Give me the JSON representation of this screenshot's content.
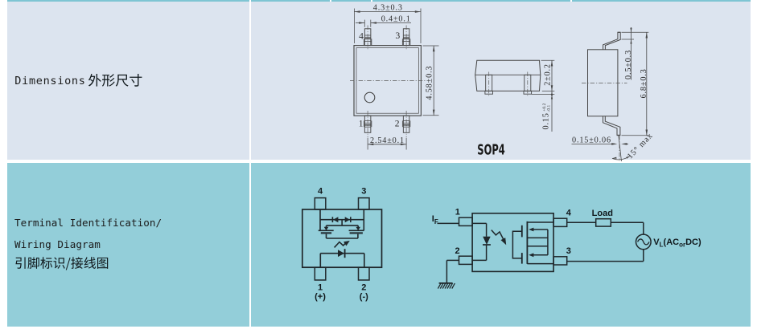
{
  "table": {
    "header_border_color": "#7ec5d3",
    "top_panel_color": "#dce4ef",
    "bottom_panel_color": "#93ced9",
    "divider_color": "#ffffff"
  },
  "sections": {
    "dimensions": {
      "title_en": "Dimensions",
      "title_zh": "外形尺寸"
    },
    "wiring": {
      "title_line1": "Terminal Identification/",
      "title_line2": "Wiring Diagram",
      "title_zh": "引脚标识/接线图"
    }
  },
  "package": {
    "name": "SOP4"
  },
  "top_view": {
    "pin_top_left": "4",
    "pin_top_right": "3",
    "pin_bottom_left": "1",
    "pin_bottom_right": "2",
    "dim_body_width": "4.3±0.3",
    "dim_lead_width": "0.4±0.1",
    "dim_body_height": "4.58±0.3",
    "dim_pitch": "2.54±0.1"
  },
  "front_view": {
    "dim_body_thickness": "2±0.2",
    "dim_standoff": "0.15",
    "dim_standoff_tol_plus": "+0.2",
    "dim_standoff_tol_minus": "-0.1"
  },
  "side_view": {
    "dim_foot": "0.5±0.3",
    "dim_span": "6.8±0.3",
    "dim_lead_thickness": "0.15±0.06",
    "dim_angle": "15°",
    "dim_angle_suffix": "max"
  },
  "schematic": {
    "pin4": "4",
    "pin3": "3",
    "pin1": "1",
    "pin2": "2",
    "pin1_polarity": "(+)",
    "pin2_polarity": "(-)"
  },
  "wiring_diagram": {
    "input_current": "I",
    "input_current_sub": "F",
    "pin1": "1",
    "pin2": "2",
    "pin3": "3",
    "pin4": "4",
    "load": "Load",
    "source_v": "V",
    "source_v_sub": "L",
    "source_open": "(AC",
    "source_or": "or",
    "source_close": "DC)"
  }
}
